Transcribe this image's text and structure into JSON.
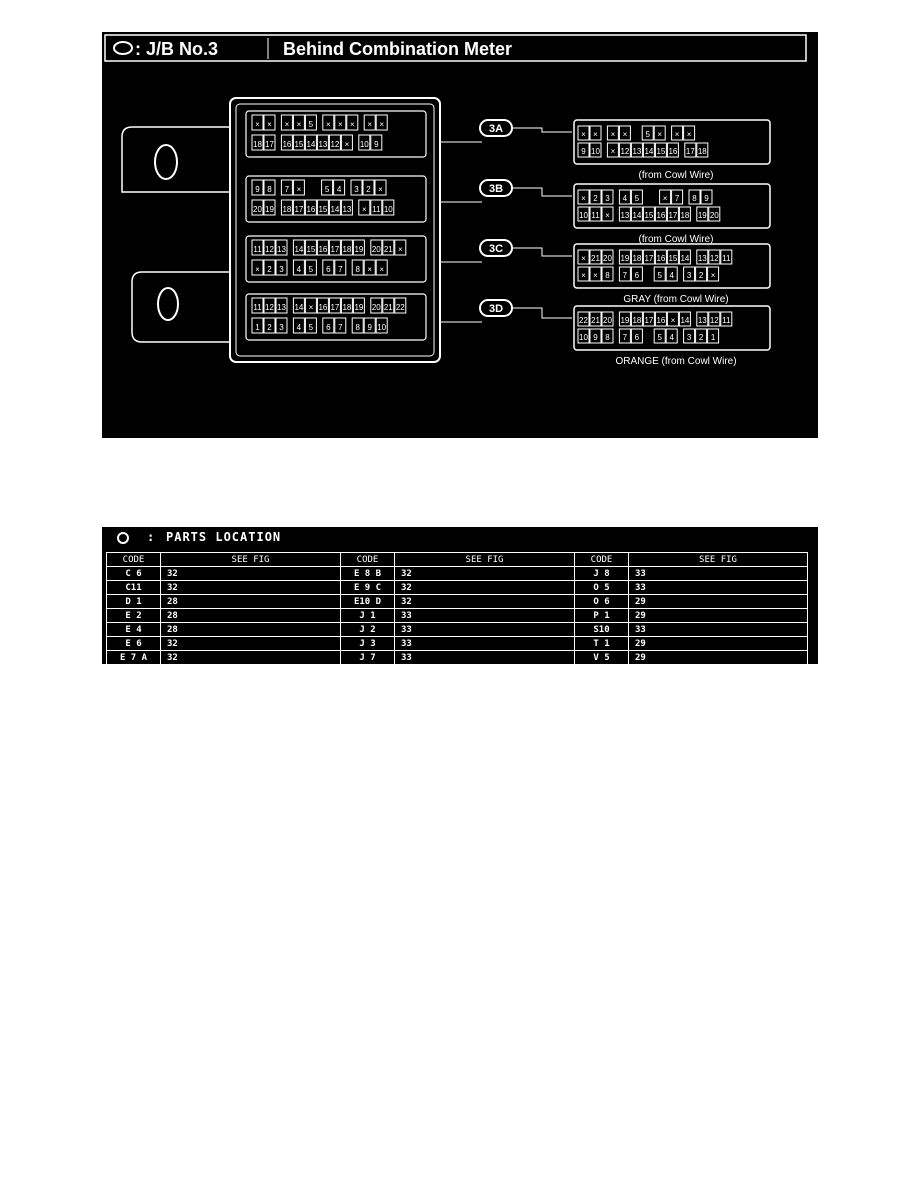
{
  "diagram": {
    "title_symbol": "⬭",
    "title_prefix": ": J/B No.3",
    "title_suffix": "Behind Combination Meter",
    "connectors": [
      {
        "id": "3A",
        "label": "(from Cowl Wire)",
        "row1": [
          "×",
          "×",
          "",
          "×",
          "×",
          "",
          "",
          "5",
          "×",
          "",
          "×",
          "×"
        ],
        "row2": [
          "9",
          "10",
          "",
          "×",
          "12",
          "13",
          "14",
          "15",
          "16",
          "",
          "17",
          "18"
        ]
      },
      {
        "id": "3B",
        "label": "(from Cowl Wire)",
        "row1": [
          "×",
          "2",
          "3",
          "",
          "4",
          "5",
          "",
          "",
          "",
          "×",
          "7",
          "",
          "8",
          "9"
        ],
        "row2": [
          "10",
          "11",
          "×",
          "",
          "13",
          "14",
          "15",
          "16",
          "17",
          "18",
          "",
          "19",
          "20"
        ]
      },
      {
        "id": "3C",
        "label": "GRAY (from Cowl Wire)",
        "row1": [
          "×",
          "21",
          "20",
          "",
          "19",
          "18",
          "17",
          "16",
          "15",
          "14",
          "",
          "13",
          "12",
          "11"
        ],
        "row2": [
          "×",
          "×",
          "8",
          "",
          "7",
          "6",
          "",
          "",
          "5",
          "4",
          "",
          "3",
          "2",
          "×"
        ]
      },
      {
        "id": "3D",
        "label": "ORANGE (from Cowl Wire)",
        "row1": [
          "22",
          "21",
          "20",
          "",
          "19",
          "18",
          "17",
          "16",
          "×",
          "14",
          "",
          "13",
          "12",
          "11"
        ],
        "row2": [
          "10",
          "9",
          "8",
          "",
          "7",
          "6",
          "",
          "",
          "5",
          "4",
          "",
          "3",
          "2",
          "1"
        ]
      }
    ],
    "jb_rows": [
      {
        "top": [
          "×",
          "×",
          "",
          "×",
          "×",
          "5",
          "",
          "×",
          "×",
          "×",
          "",
          "×",
          "×"
        ],
        "bottom": [
          "18",
          "17",
          "",
          "16",
          "15",
          "14",
          "13",
          "12",
          "×",
          "",
          "10",
          "9"
        ]
      },
      {
        "top": [
          "9",
          "8",
          "",
          "7",
          "×",
          "",
          "",
          "",
          "5",
          "4",
          "",
          "3",
          "2",
          "×"
        ],
        "bottom": [
          "20",
          "19",
          "",
          "18",
          "17",
          "16",
          "15",
          "14",
          "13",
          "",
          "×",
          "11",
          "10"
        ]
      },
      {
        "top": [
          "11",
          "12",
          "13",
          "",
          "14",
          "15",
          "16",
          "17",
          "18",
          "19",
          "",
          "20",
          "21",
          "×"
        ],
        "bottom": [
          "×",
          "2",
          "3",
          "",
          "4",
          "5",
          "",
          "6",
          "7",
          "",
          "8",
          "×",
          "×"
        ]
      },
      {
        "top": [
          "11",
          "12",
          "13",
          "",
          "14",
          "×",
          "16",
          "17",
          "18",
          "19",
          "",
          "20",
          "21",
          "22"
        ],
        "bottom": [
          "1",
          "2",
          "3",
          "",
          "4",
          "5",
          "",
          "6",
          "7",
          "",
          "8",
          "9",
          "10"
        ]
      }
    ]
  },
  "parts_location": {
    "title": "PARTS LOCATION",
    "colon": ":",
    "headers": [
      "CODE",
      "SEE FIG",
      "CODE",
      "SEE FIG",
      "CODE",
      "SEE FIG"
    ],
    "rows": [
      [
        "C 6",
        "32",
        "E 8   B",
        "32",
        "J 8",
        "33"
      ],
      [
        "C11",
        "32",
        "E 9   C",
        "32",
        "O 5",
        "33"
      ],
      [
        "D 1",
        "28",
        "E10   D",
        "32",
        "O 6",
        "29"
      ],
      [
        "E 2",
        "28",
        "J 1",
        "33",
        "P 1",
        "29"
      ],
      [
        "E 4",
        "28",
        "J 2",
        "33",
        "S10",
        "33"
      ],
      [
        "E 6",
        "32",
        "J 3",
        "33",
        "T 1",
        "29"
      ],
      [
        "E 7   A",
        "32",
        "J 7",
        "33",
        "V 5",
        "29"
      ]
    ]
  }
}
